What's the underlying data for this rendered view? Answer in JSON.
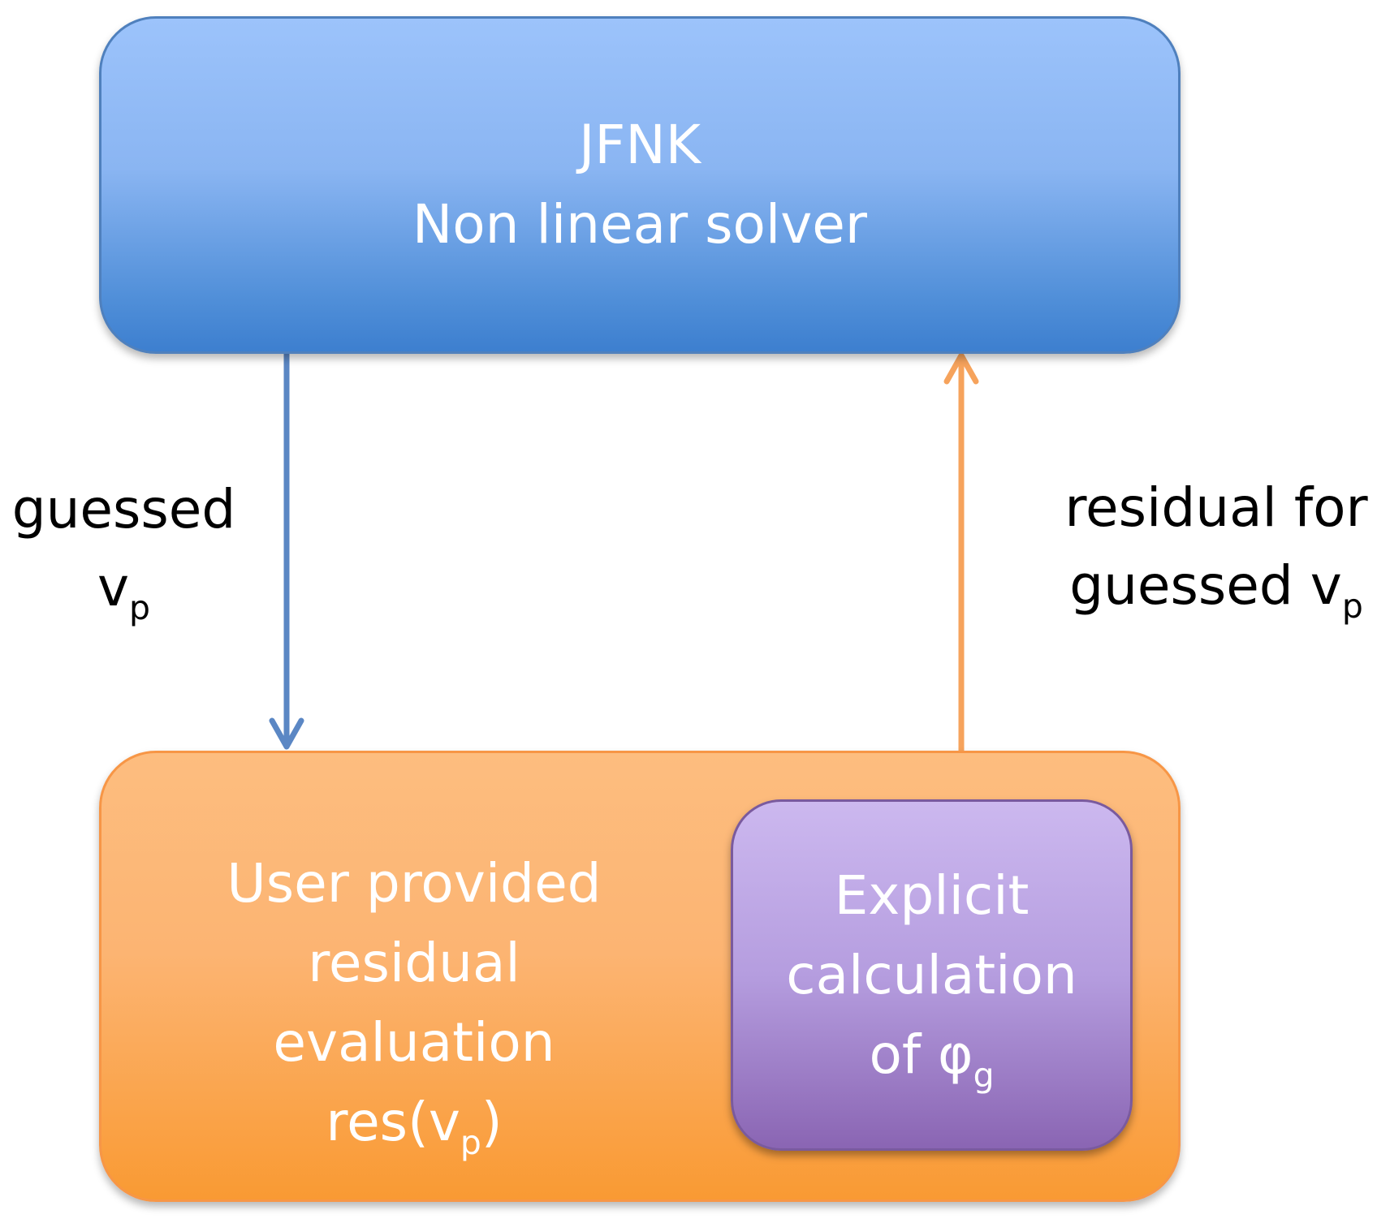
{
  "top_box": {
    "line1": "JFNK",
    "line2": "Non linear solver"
  },
  "bottom_box": {
    "line1": "User provided",
    "line2": "residual",
    "line3": "evaluation",
    "line4_prefix": "res(v",
    "line4_sub": "p",
    "line4_suffix": ")"
  },
  "inner_box": {
    "line1": "Explicit",
    "line2": "calculation",
    "line3_prefix": "of φ",
    "line3_sub": "g"
  },
  "left_arrow_label": {
    "line1": "guessed",
    "line2_prefix": "v",
    "line2_sub": "p"
  },
  "right_arrow_label": {
    "line1": "residual for",
    "line2_prefix": "guessed v",
    "line2_sub": "p"
  },
  "colors": {
    "down_arrow": "#5b87c4",
    "up_arrow": "#f6a35c",
    "top_box": "#6aa2ea",
    "bottom_box": "#fcae63",
    "inner_box": "#b39ddf"
  }
}
